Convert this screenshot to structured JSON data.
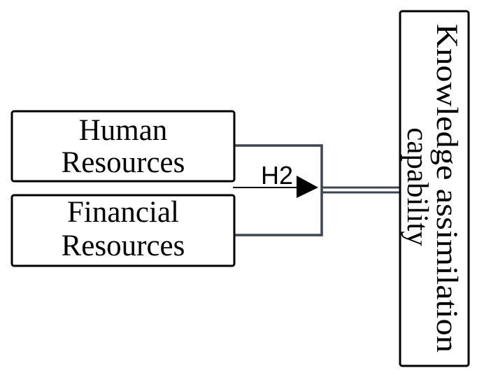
{
  "boxes": {
    "human": {
      "line1": "Human",
      "line2": "Resources"
    },
    "financial": {
      "line1": "Financial",
      "line2": "Resources"
    },
    "outcome": {
      "line1": "Knowledge assimilation",
      "line2": "capability"
    }
  },
  "hypothesis": {
    "label": "H2"
  },
  "colors": {
    "box_border": "#000000",
    "connector": "#3c4550",
    "arrow": "#000000",
    "background": "#ffffff"
  }
}
